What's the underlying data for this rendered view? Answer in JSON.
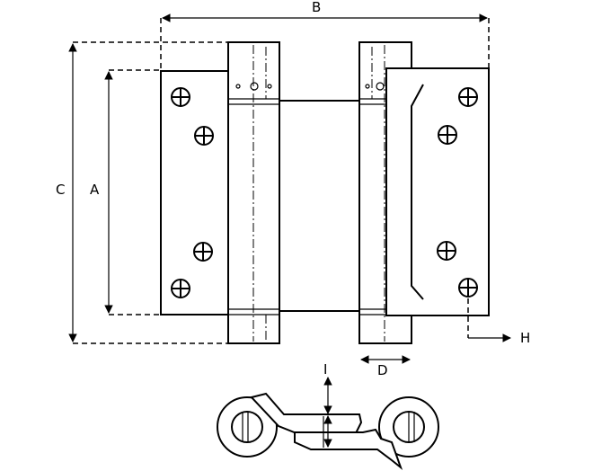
{
  "labels": {
    "A": "A",
    "B": "B",
    "C": "C",
    "D": "D",
    "H": "H",
    "I": "I"
  }
}
